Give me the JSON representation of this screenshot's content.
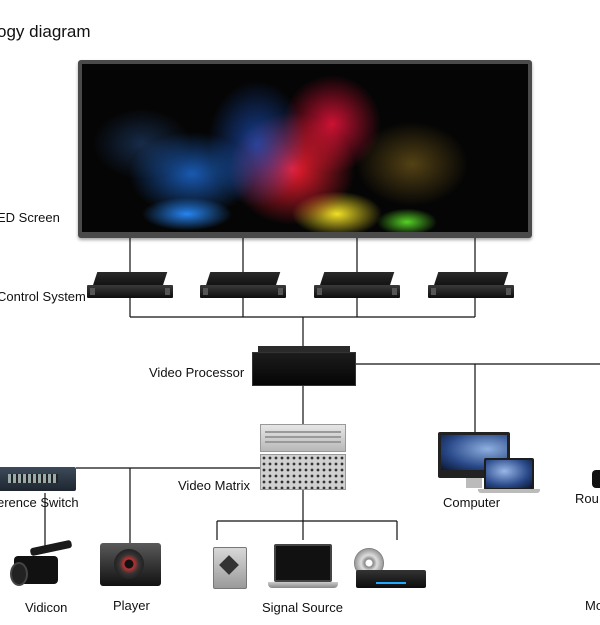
{
  "title": "ogy diagram",
  "labels": {
    "led_screen": "ED Screen",
    "control_system": "Control System",
    "video_processor": "Video Processor",
    "video_matrix": "Video Matrix",
    "conference_switch": "erence Switch",
    "computer": "Computer",
    "router": "Rou",
    "vidicon": "Vidicon",
    "player": "Player",
    "signal_source": "Signal Source",
    "monitor": "Mo"
  }
}
